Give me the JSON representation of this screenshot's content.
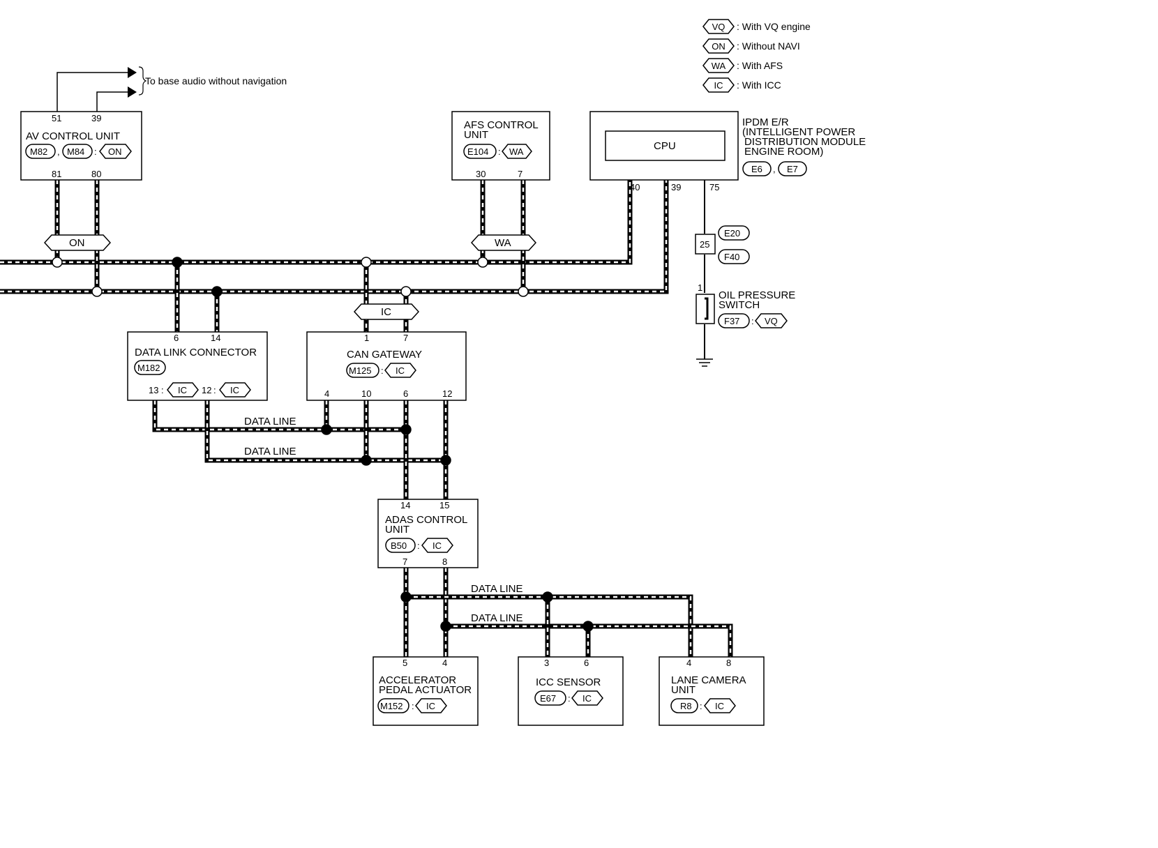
{
  "legend": [
    {
      "code": "VQ",
      "text": ": With VQ engine"
    },
    {
      "code": "ON",
      "text": ": Without NAVI"
    },
    {
      "code": "WA",
      "text": ": With AFS"
    },
    {
      "code": "IC",
      "text": ": With ICC"
    }
  ],
  "annotation": "To base audio without navigation",
  "modules": {
    "av": {
      "title": "AV CONTROL UNIT",
      "conn1": "M82",
      "conn2": "M84",
      "cond": "ON",
      "pins": [
        "51",
        "39",
        "81",
        "80"
      ]
    },
    "afs": {
      "title1": "AFS CONTROL",
      "title2": "UNIT",
      "conn": "E104",
      "cond": "WA",
      "pins": [
        "30",
        "7"
      ]
    },
    "ipdm": {
      "cpu": "CPU",
      "title1": "IPDM E/R",
      "title2": "(INTELLIGENT POWER",
      "title3": "DISTRIBUTION MODULE",
      "title4": "ENGINE ROOM)",
      "conn1": "E6",
      "conn2": "E7",
      "pins": [
        "40",
        "39",
        "75"
      ]
    },
    "dlc": {
      "title": "DATA LINK CONNECTOR",
      "conn": "M182",
      "pins": [
        "6",
        "14",
        "13",
        "12"
      ],
      "cond": "IC"
    },
    "gateway": {
      "title": "CAN GATEWAY",
      "conn": "M125",
      "cond": "IC",
      "pins": [
        "1",
        "7",
        "4",
        "10",
        "6",
        "12"
      ]
    },
    "adas": {
      "title1": "ADAS CONTROL",
      "title2": "UNIT",
      "conn": "B50",
      "cond": "IC",
      "pins": [
        "14",
        "15",
        "7",
        "8"
      ]
    },
    "accel": {
      "title1": "ACCELERATOR",
      "title2": "PEDAL ACTUATOR",
      "conn": "M152",
      "cond": "IC",
      "pins": [
        "5",
        "4"
      ]
    },
    "icc": {
      "title": "ICC SENSOR",
      "conn": "E67",
      "cond": "IC",
      "pins": [
        "3",
        "6"
      ]
    },
    "lane": {
      "title1": "LANE CAMERA",
      "title2": "UNIT",
      "conn": "R8",
      "cond": "IC",
      "pins": [
        "4",
        "8"
      ]
    }
  },
  "splices": {
    "on": "ON",
    "wa": "WA",
    "ic": "IC"
  },
  "joint": {
    "num": "25",
    "conn1": "E20",
    "conn2": "F40"
  },
  "oil_switch": {
    "title1": "OIL PRESSURE",
    "title2": "SWITCH",
    "conn": "F37",
    "cond": "VQ",
    "pin": "1"
  },
  "data_line_label": "DATA LINE"
}
